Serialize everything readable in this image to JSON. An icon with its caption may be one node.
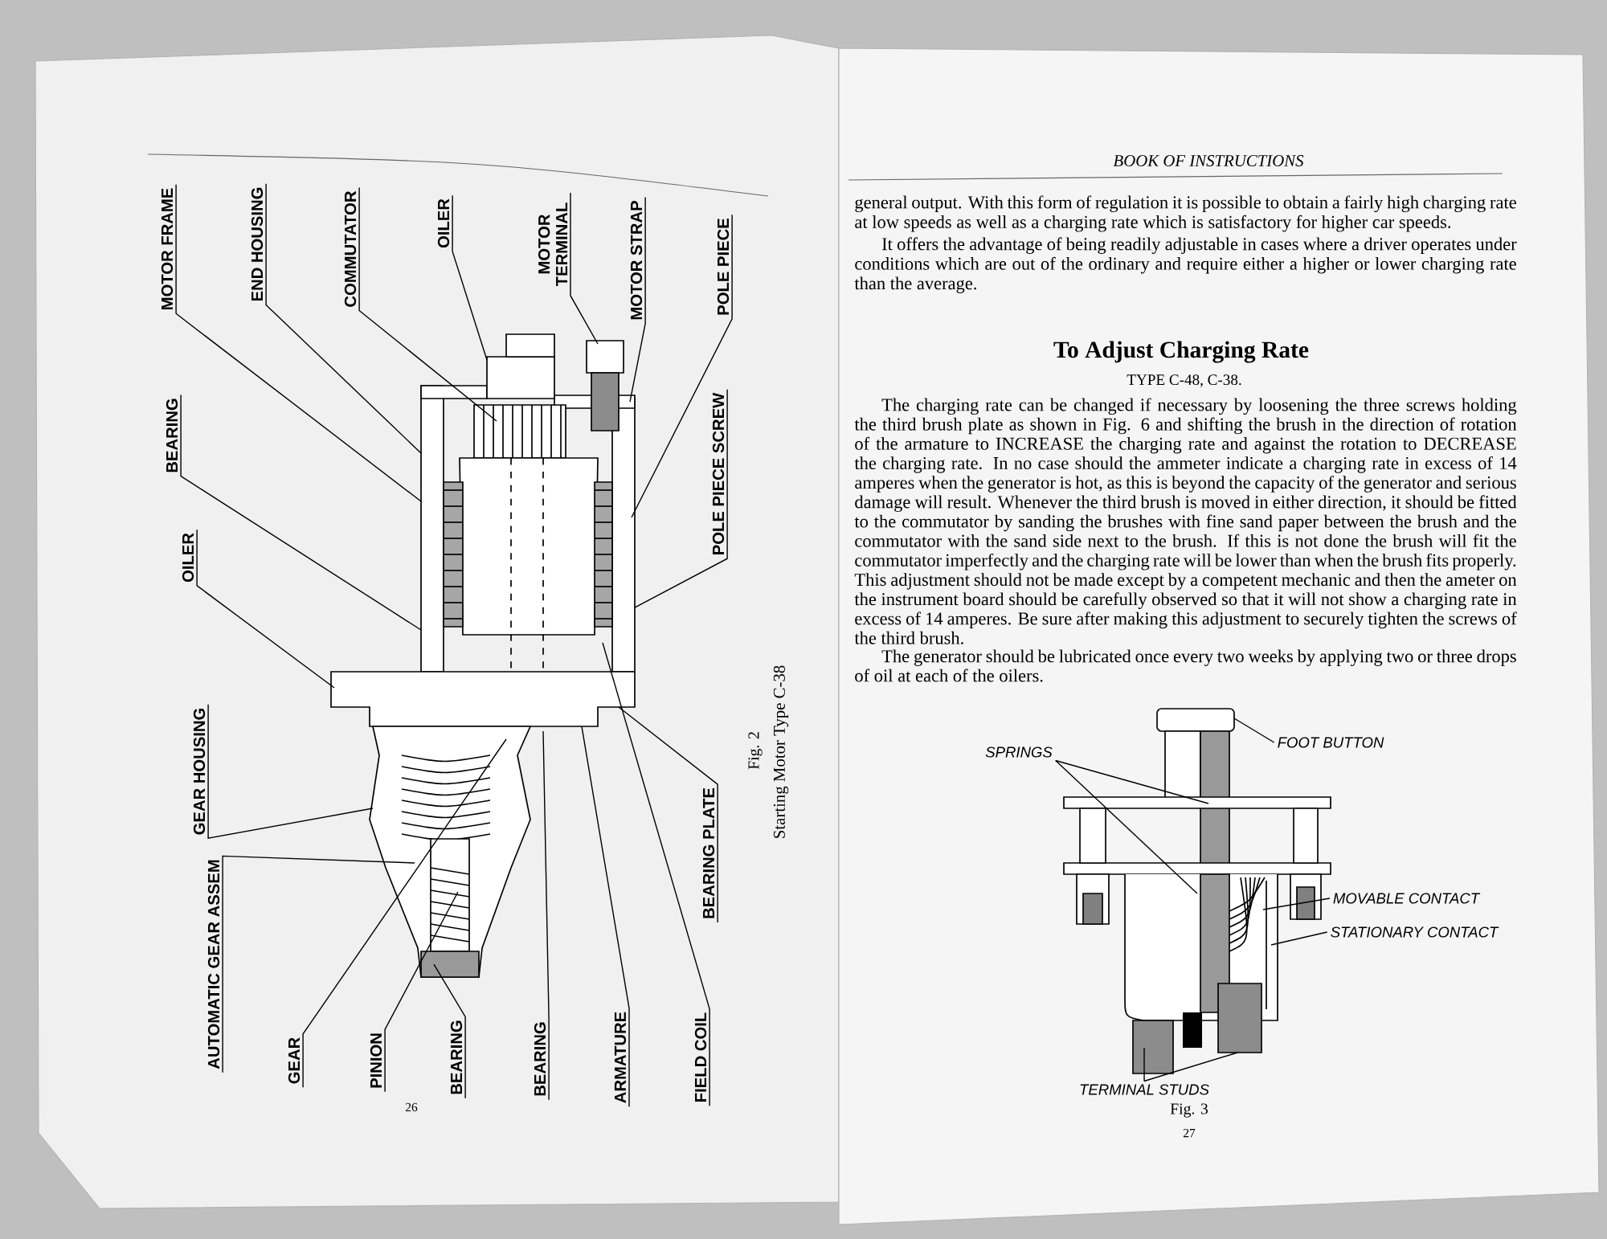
{
  "diagram": {
    "nodes": [
      {
        "text": [
          "MOTOR FRAME"
        ]
      },
      {
        "text": [
          "END HOUSING"
        ]
      },
      {
        "text": [
          "COMMUTATOR"
        ]
      },
      {
        "text": [
          "OILER"
        ]
      },
      {
        "text": [
          "MOTOR TERMINAL"
        ]
      },
      {
        "text": [
          "MOTOR STRAP"
        ]
      },
      {
        "text": [
          "POLE PIECE"
        ]
      },
      {
        "text": [
          "BEARING"
        ]
      },
      {
        "text": [
          "POLE PIECE SCREW"
        ]
      },
      {
        "text": [
          "OILER"
        ]
      },
      {
        "text": [
          "GEAR HOUSING"
        ]
      },
      {
        "text": [
          "AUTOMATIC GEAR ASSEM"
        ]
      },
      {
        "text": [
          "GEAR"
        ]
      },
      {
        "text": [
          "PINION"
        ]
      },
      {
        "text": [
          "BEARING"
        ]
      },
      {
        "text": [
          "BEARING"
        ]
      },
      {
        "text": [
          "ARMATURE"
        ]
      },
      {
        "text": [
          "FIELD COIL"
        ]
      },
      {
        "text": [
          "BEARING PLATE"
        ]
      },
      {
        "text": [
          "SPRINGS"
        ]
      },
      {
        "text": [
          "FOOT BUTTON"
        ]
      },
      {
        "text": [
          "MOVABLE CONTACT"
        ]
      },
      {
        "text": [
          "STATIONARY CONTACT"
        ]
      },
      {
        "text": [
          "TERMINAL STUDS"
        ]
      },
      {
        "text": [],
        "shape": "picture"
      },
      {
        "text": [],
        "shape": "picture"
      }
    ],
    "edges": [
      {
        "from": 0,
        "to": 24,
        "arrow": "none"
      },
      {
        "from": 1,
        "to": 24,
        "arrow": "none"
      },
      {
        "from": 2,
        "to": 24,
        "arrow": "none"
      },
      {
        "from": 3,
        "to": 24,
        "arrow": "none"
      },
      {
        "from": 4,
        "to": 24,
        "arrow": "none"
      },
      {
        "from": 5,
        "to": 24,
        "arrow": "none"
      },
      {
        "from": 6,
        "to": 24,
        "arrow": "none"
      },
      {
        "from": 7,
        "to": 24,
        "arrow": "none"
      },
      {
        "from": 8,
        "to": 24,
        "arrow": "none"
      },
      {
        "from": 9,
        "to": 24,
        "arrow": "none"
      },
      {
        "from": 10,
        "to": 24,
        "arrow": "none"
      },
      {
        "from": 11,
        "to": 24,
        "arrow": "none"
      },
      {
        "from": 12,
        "to": 24,
        "arrow": "none"
      },
      {
        "from": 13,
        "to": 24,
        "arrow": "none"
      },
      {
        "from": 14,
        "to": 24,
        "arrow": "none"
      },
      {
        "from": 15,
        "to": 24,
        "arrow": "none"
      },
      {
        "from": 16,
        "to": 24,
        "arrow": "none"
      },
      {
        "from": 17,
        "to": 24,
        "arrow": "none"
      },
      {
        "from": 18,
        "to": 24,
        "arrow": "none"
      },
      {
        "from": 19,
        "to": 25,
        "arrow": "none"
      },
      {
        "from": 19,
        "to": 25,
        "arrow": "none"
      },
      {
        "from": 20,
        "to": 25,
        "arrow": "none"
      },
      {
        "from": 21,
        "to": 25,
        "arrow": "none"
      },
      {
        "from": 22,
        "to": 25,
        "arrow": "none"
      },
      {
        "from": 23,
        "to": 25,
        "arrow": "none"
      },
      {
        "from": 23,
        "to": 25,
        "arrow": "none"
      }
    ],
    "labels": [
      "Fig. 2",
      "Starting Motor Type C-38",
      "26",
      "BOOK OF INSTRUCTIONS",
      "general output. With this form of regulation it is possible to obtain a fairly high charging rate at low speeds as well as a charging rate which is satisfactory for higher car speeds.",
      "It offers the advantage of being readily adjustable in cases where a driver operates under conditions which are out of the ordinary and require either a higher or lower charging rate than the average.",
      "To Adjust Charging Rate",
      "TYPE C-48, C-38.",
      "The charging rate can be changed if necessary by loosening the three screws holding the third brush plate as shown in Fig. 6 and shifting the brush in the direction of rotation of the armature to INCREASE the charging rate and against the rotation to DECREASE the charging rate. In no case should the ammeter indicate a charging rate in excess of 14 amperes when the generator is hot, as this is beyond the capacity of the generator and serious damage will result. Whenever the third brush is moved in either direction, it should be fitted to the commutator by sanding the brushes with fine sand paper between the brush and the commutator with the sand side next to the brush. If this is not done the brush will fit the commutator imperfectly and the charging rate will be lower than when the brush fits properly. This adjustment should not be made except by a competent mechanic and then the ameter on the instrument board should be carefully observed so that it will not show a charging rate in excess of 14 amperes. Be sure after making this adjustment to securely tighten the screws of the third brush.",
      "The generator should be lubricated once every two weeks by applying two or three drops of oil at each of the oilers.",
      "Fig. 3",
      "27"
    ]
  }
}
